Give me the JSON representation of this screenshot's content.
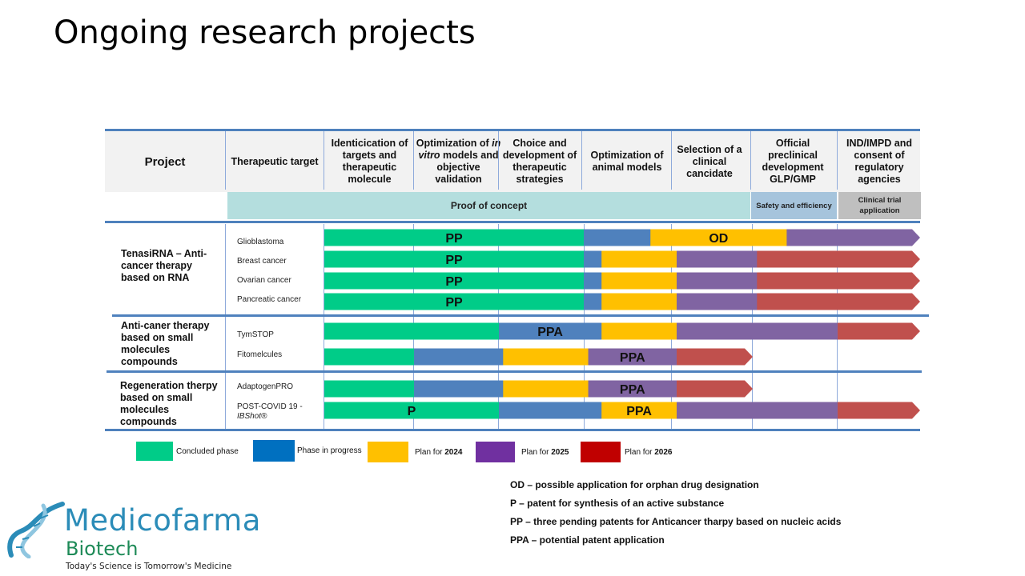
{
  "title": "Ongoing research projects",
  "header": {
    "project": "Project",
    "target": "Therapeutic target",
    "stages": [
      "Identicication of targets and therapeutic molecule",
      "Optimization of in vitro models and objective validation",
      "Choice and development of therapeutic strategies",
      "Optimization of animal models",
      "Selection of a clinical cancidate",
      "Official preclinical development GLP/GMP",
      "IND/IMPD and consent of regulatory agencies"
    ],
    "stage2_parts": [
      "Optimization of ",
      "in vitro",
      " models and objective validation"
    ]
  },
  "bands": {
    "proof": "Proof of concept",
    "safety": "Safety and efficiency",
    "clinical": "Clinical trial application"
  },
  "groups": [
    {
      "name": "TenasiRNA – Anti-cancer therapy based on RNA",
      "targets": [
        "Glioblastoma",
        "Breast cancer",
        "Ovarian cancer",
        "Pancreatic cancer"
      ]
    },
    {
      "name": "Anti-caner therapy based on small molecules compounds",
      "targets": [
        "TymSTOP",
        "Fitomelcules"
      ]
    },
    {
      "name": "Regeneration therpy based on small molecules compounds",
      "targets": [
        "AdaptogenPRO",
        "POST-COVID 19 -",
        "IBShot®"
      ]
    }
  ],
  "phase_colors": {
    "concluded": "#00cc88",
    "progress": "#4f81bd",
    "plan2024": "#ffc000",
    "plan2025": "#8064a2",
    "plan2026": "#c0504d"
  },
  "rows": [
    {
      "target": "Glioblastoma",
      "segments": [
        {
          "phase": "concluded",
          "from": 0,
          "to": 3.0,
          "label": "PP"
        },
        {
          "phase": "progress",
          "from": 3.0,
          "to": 3.75
        },
        {
          "phase": "plan2024",
          "from": 3.75,
          "to": 5.4,
          "label": "OD"
        },
        {
          "phase": "plan2025",
          "from": 5.4,
          "to": 7.0
        }
      ]
    },
    {
      "target": "Breast cancer",
      "segments": [
        {
          "phase": "concluded",
          "from": 0,
          "to": 3.0,
          "label": "PP"
        },
        {
          "phase": "progress",
          "from": 3.0,
          "to": 3.2
        },
        {
          "phase": "plan2024",
          "from": 3.2,
          "to": 4.05
        },
        {
          "phase": "plan2025",
          "from": 4.05,
          "to": 5.05
        },
        {
          "phase": "plan2026",
          "from": 5.05,
          "to": 7.0
        }
      ]
    },
    {
      "target": "Ovarian cancer",
      "segments": [
        {
          "phase": "concluded",
          "from": 0,
          "to": 3.0,
          "label": "PP"
        },
        {
          "phase": "progress",
          "from": 3.0,
          "to": 3.2
        },
        {
          "phase": "plan2024",
          "from": 3.2,
          "to": 4.05
        },
        {
          "phase": "plan2025",
          "from": 4.05,
          "to": 5.05
        },
        {
          "phase": "plan2026",
          "from": 5.05,
          "to": 7.0
        }
      ]
    },
    {
      "target": "Pancreatic cancer",
      "segments": [
        {
          "phase": "concluded",
          "from": 0,
          "to": 3.0,
          "label": "PP"
        },
        {
          "phase": "progress",
          "from": 3.0,
          "to": 3.2
        },
        {
          "phase": "plan2024",
          "from": 3.2,
          "to": 4.05
        },
        {
          "phase": "plan2025",
          "from": 4.05,
          "to": 5.05
        },
        {
          "phase": "plan2026",
          "from": 5.05,
          "to": 7.0
        }
      ]
    },
    {
      "target": "TymSTOP",
      "segments": [
        {
          "phase": "concluded",
          "from": 0,
          "to": 2.0
        },
        {
          "phase": "progress",
          "from": 2.0,
          "to": 3.2,
          "label": "PPA"
        },
        {
          "phase": "plan2024",
          "from": 3.2,
          "to": 4.05
        },
        {
          "phase": "plan2025",
          "from": 4.05,
          "to": 6.0
        },
        {
          "phase": "plan2026",
          "from": 6.0,
          "to": 7.0
        }
      ]
    },
    {
      "target": "Fitomelcules",
      "segments": [
        {
          "phase": "concluded",
          "from": 0,
          "to": 1.0
        },
        {
          "phase": "progress",
          "from": 1.0,
          "to": 2.05
        },
        {
          "phase": "plan2024",
          "from": 2.05,
          "to": 3.05
        },
        {
          "phase": "plan2025",
          "from": 3.05,
          "to": 4.05,
          "label": "PPA"
        },
        {
          "phase": "plan2026",
          "from": 4.05,
          "to": 5.0
        }
      ]
    },
    {
      "target": "AdaptogenPRO",
      "segments": [
        {
          "phase": "concluded",
          "from": 0,
          "to": 1.0
        },
        {
          "phase": "progress",
          "from": 1.0,
          "to": 2.05
        },
        {
          "phase": "plan2024",
          "from": 2.05,
          "to": 3.05
        },
        {
          "phase": "plan2025",
          "from": 3.05,
          "to": 4.05,
          "label": "PPA"
        },
        {
          "phase": "plan2026",
          "from": 4.05,
          "to": 5.0
        }
      ]
    },
    {
      "target": "POST-COVID 19 - IBShot®",
      "segments": [
        {
          "phase": "concluded",
          "from": 0,
          "to": 2.0,
          "label": "P"
        },
        {
          "phase": "progress",
          "from": 2.0,
          "to": 3.2
        },
        {
          "phase": "plan2024",
          "from": 3.2,
          "to": 4.05,
          "label": "PPA"
        },
        {
          "phase": "plan2025",
          "from": 4.05,
          "to": 6.0
        },
        {
          "phase": "plan2026",
          "from": 6.0,
          "to": 7.0
        }
      ]
    }
  ],
  "legend": [
    {
      "phase": "concluded",
      "label": "Concluded phase",
      "color": "#00cc88"
    },
    {
      "phase": "progress",
      "label": "Phase in progress",
      "color": "#0070c0"
    },
    {
      "phase": "plan2024",
      "label_prefix": "Plan for ",
      "year": "2024",
      "color": "#ffc000"
    },
    {
      "phase": "plan2025",
      "label_prefix": "Plan for ",
      "year": "2025",
      "color": "#7030a0"
    },
    {
      "phase": "plan2026",
      "label_prefix": "Plan for ",
      "year": "2026",
      "color": "#c00000"
    }
  ],
  "abbreviations": [
    "OD – possible application for orphan drug designation",
    "P – patent for synthesis of an active substance",
    "PP – three pending patents for Anticancer tharpy based on nucleic acids",
    "PPA – potential patent application"
  ],
  "logo": {
    "name": "Medicofarma",
    "sub": "Biotech",
    "tagline": "Today's Science is Tomorrow's Medicine",
    "colors": {
      "main": "#2b8cb8",
      "sub": "#1d8a57"
    }
  }
}
